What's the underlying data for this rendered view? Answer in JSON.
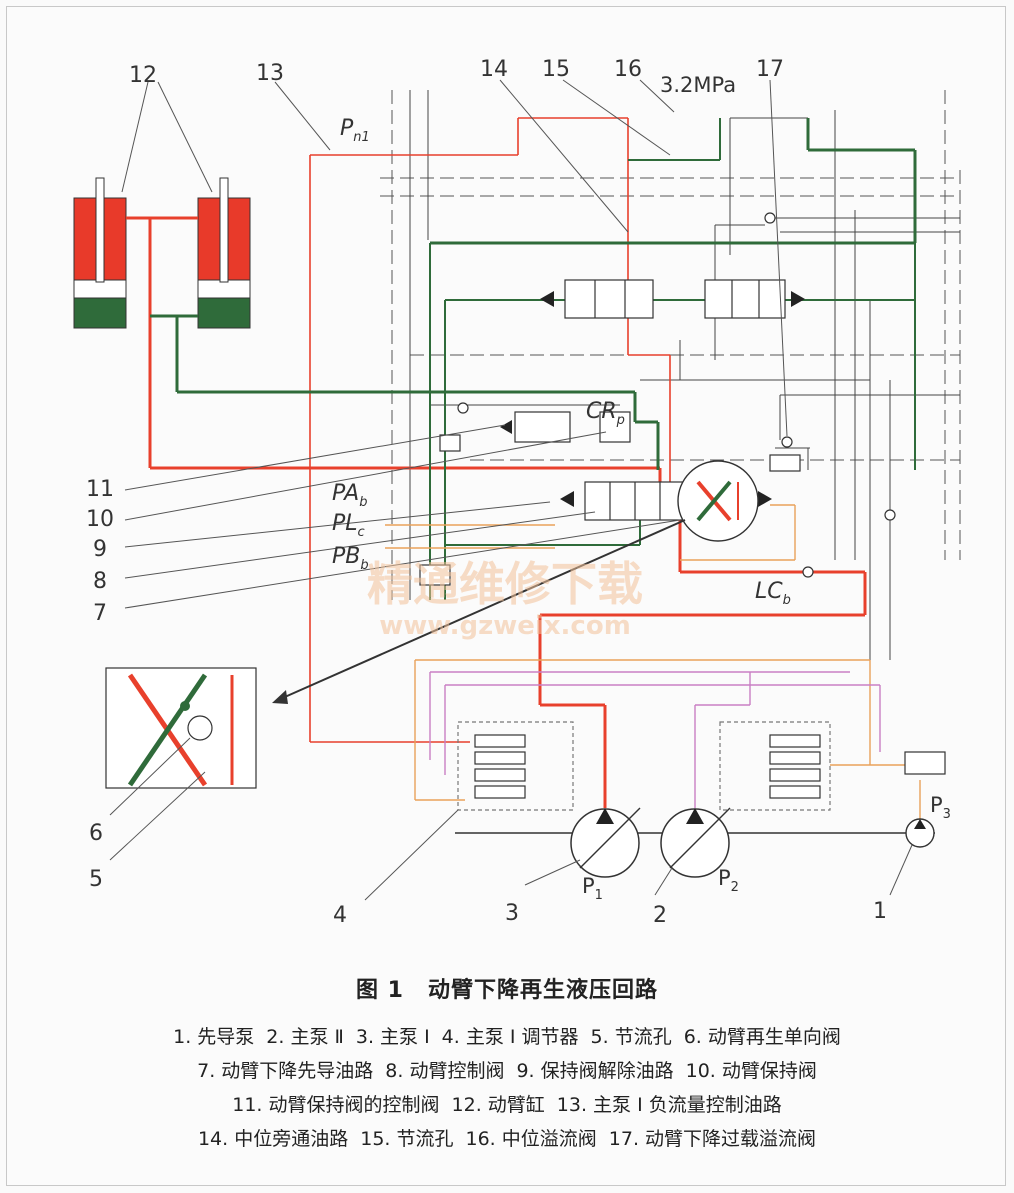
{
  "figure": {
    "number": "图 1",
    "title": "动臂下降再生液压回路"
  },
  "callouts": [
    "1",
    "2",
    "3",
    "4",
    "5",
    "6",
    "7",
    "8",
    "9",
    "10",
    "11",
    "12",
    "13",
    "14",
    "15",
    "16",
    "17"
  ],
  "pressure_label": "3.2MPa",
  "signal_labels": {
    "pn1": "P",
    "pn1_sub": "n1",
    "cr": "CR",
    "cr_sub": "p",
    "pa": "PA",
    "pa_sub": "b",
    "pl": "PL",
    "pl_sub": "c",
    "pb": "PB",
    "pb_sub": "b",
    "lc": "LC",
    "lc_sub": "b"
  },
  "pump_labels": {
    "p1": "P",
    "p1_sub": "1",
    "p2": "P",
    "p2_sub": "2",
    "p3": "P",
    "p3_sub": "3"
  },
  "watermark": {
    "cn": "精通维修下载",
    "url": "www.gzweix.com"
  },
  "legend": [
    [
      "1. 先导泵",
      "2. 主泵 Ⅱ",
      "3. 主泵 Ⅰ",
      "4. 主泵 Ⅰ 调节器",
      "5. 节流孔",
      "6. 动臂再生单向阀"
    ],
    [
      "7. 动臂下降先导油路",
      "8. 动臂控制阀",
      "9. 保持阀解除油路",
      "10. 动臂保持阀"
    ],
    [
      "11. 动臂保持阀的控制阀",
      "12. 动臂缸",
      "13. 主泵 Ⅰ 负流量控制油路"
    ],
    [
      "14. 中位旁通油路",
      "15. 节流孔",
      "16. 中位溢流阀",
      "17. 动臂下降过载溢流阀"
    ]
  ],
  "colors": {
    "red": "#e8402c",
    "green": "#2f6b3a",
    "orange": "#e9a25a",
    "pink": "#c97fc4",
    "black": "#333333"
  }
}
